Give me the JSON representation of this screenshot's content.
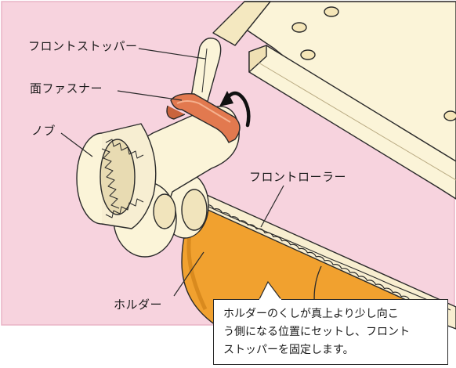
{
  "labels": {
    "front_stopper": "フロントストッパー",
    "hook_and_loop": "面ファスナー",
    "knob": "ノブ",
    "front_roller": "フロントローラー",
    "holder": "ホルダー"
  },
  "note": {
    "line1": "ホルダーのくしが真上より少し向こ",
    "line2": "う側になる位置にセットし、フロント",
    "line3": "ストッパーを固定します。"
  },
  "colors": {
    "background_pink": "#f7d3de",
    "frame_cream": "#fbf4d8",
    "holder_orange": "#f1a12f",
    "strap_orange": "#e2794f",
    "outline": "#2a2a2a"
  },
  "icons": [
    "rotation-arrow-icon"
  ]
}
